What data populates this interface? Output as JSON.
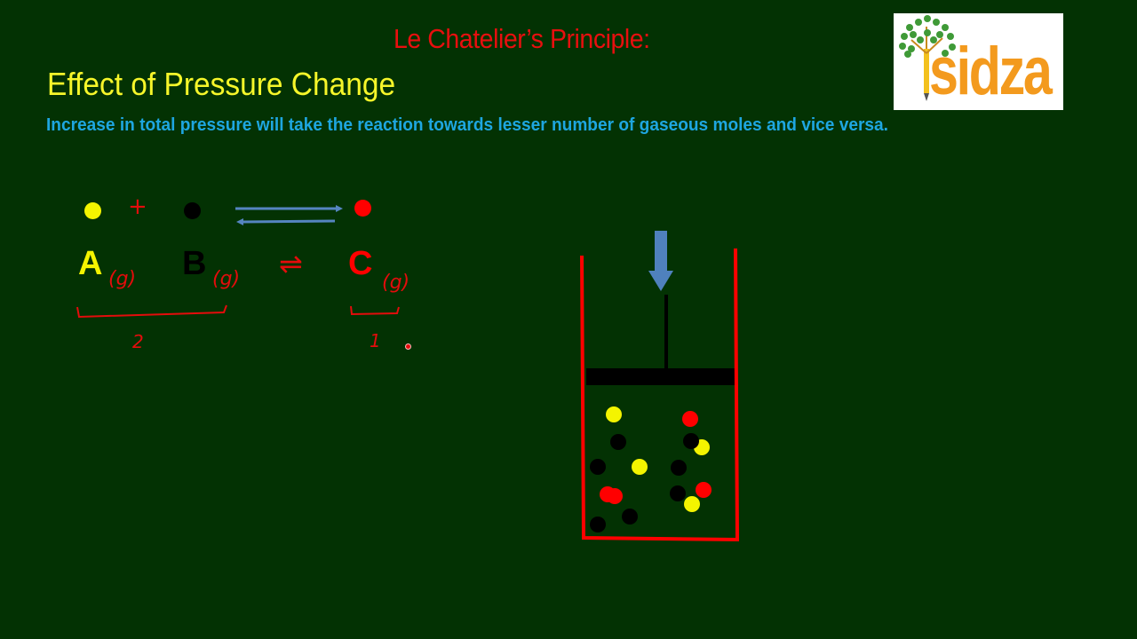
{
  "slide": {
    "heading": "Le Chatelier’s Principle:",
    "subtitle": "Effect of Pressure Change",
    "statement": "Increase in total pressure will take the reaction towards lesser number of gaseous moles and vice versa."
  },
  "logo": {
    "text": "sidza",
    "icon": "pencil-tree-icon"
  },
  "reaction": {
    "reactant_1": "A",
    "reactant_2": "B",
    "product": "C",
    "state_a": "(g)",
    "state_b": "(g)",
    "state_c": "(g)",
    "plus": "+",
    "equilibrium_symbol": "⇌",
    "reactant_moles": "2",
    "product_moles": "1"
  },
  "colors": {
    "background": "#033203",
    "heading": "#e80f0f",
    "subtitle": "#f6f62a",
    "statement": "#1ea6e0",
    "molecule_a": "#f4f400",
    "molecule_b": "#000000",
    "molecule_c": "#ff0000",
    "arrow": "#4f81bd"
  }
}
